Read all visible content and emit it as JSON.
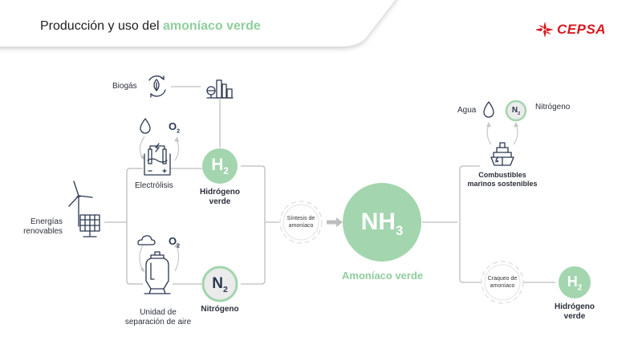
{
  "header": {
    "title_prefix": "Producción y uso del ",
    "title_highlight": "amoníaco verde",
    "logo_text": "CEPSA"
  },
  "colors": {
    "accent_green": "#8fce9c",
    "brand_red": "#d71920",
    "icon_navy": "#2b3750",
    "line_gray": "#bdbdbd"
  },
  "nodes": {
    "renewables": {
      "label_line1": "Energías",
      "label_line2": "renovables",
      "icon": "wind-solar-icon"
    },
    "biogas": {
      "label": "Biogás",
      "icon": "biogas-recycle-icon"
    },
    "refinery": {
      "icon": "refinery-icon"
    },
    "electrolysis": {
      "label": "Electrólisis",
      "icon": "electrolysis-cell-icon",
      "input_icon": "water-drop-icon",
      "output": "O",
      "output_sub": "2"
    },
    "air_separation": {
      "label_line1": "Unidad de",
      "label_line2": "separación de aire",
      "icon": "air-separation-tank-icon",
      "input_icon": "cloud-icon",
      "output": "O",
      "output_sub": "2"
    },
    "hydrogen": {
      "symbol": "H",
      "sub": "2",
      "label_line1": "Hidrógeno",
      "label_line2": "verde"
    },
    "nitrogen": {
      "symbol": "N",
      "sub": "2",
      "label": "Nitrógeno"
    },
    "synthesis": {
      "label_line1": "Síntesis de",
      "label_line2": "amoníaco"
    },
    "ammonia": {
      "symbol": "NH",
      "sub": "3",
      "label": "Amoníaco verde"
    },
    "marine_fuels": {
      "label_line1": "Combustibles",
      "label_line2": "marinos sostenibles",
      "icon": "ship-icon"
    },
    "water_out": {
      "label": "Agua",
      "icon": "water-drop-icon"
    },
    "nitrogen_out": {
      "symbol": "N",
      "sub": "2",
      "label": "Nitrógeno"
    },
    "cracking": {
      "label_line1": "Craqueo de",
      "label_line2": "amoníaco"
    },
    "hydrogen_out": {
      "symbol": "H",
      "sub": "2",
      "label_line1": "Hidrógeno",
      "label_line2": "verde"
    }
  }
}
